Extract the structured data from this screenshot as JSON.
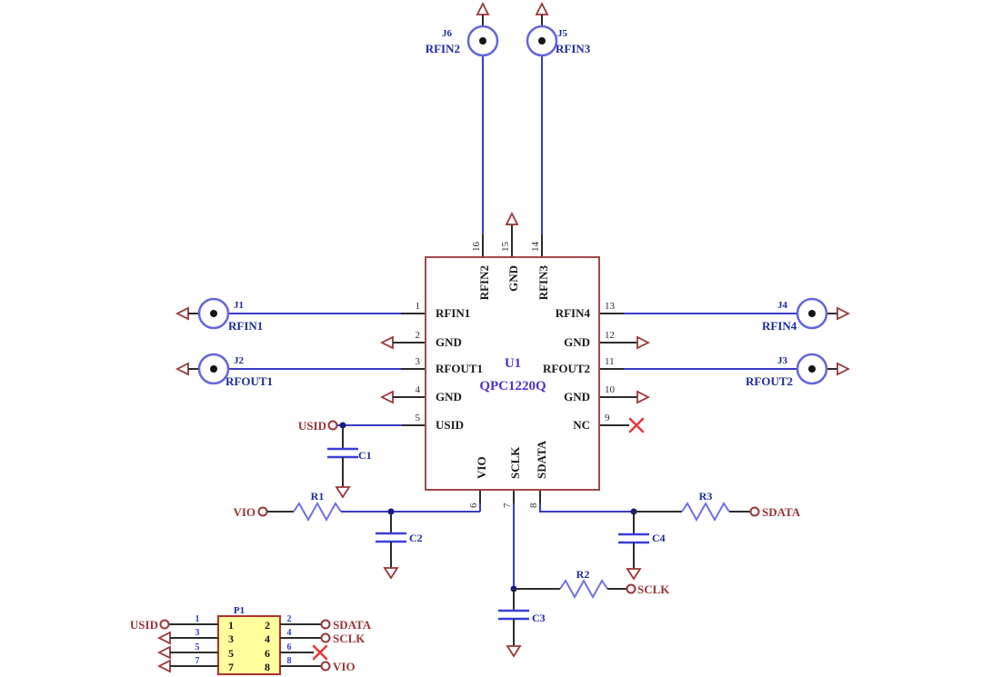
{
  "colors": {
    "wire_blue": "#3a3ac8",
    "coax_blue": "#6565de",
    "ic_border_red": "#a34848",
    "designator_navy": "#1c2b9e",
    "ic_label_purple": "#5030d0",
    "port_dark_red": "#9a3636",
    "no_connect_red": "#e93535",
    "header_fill_yellow": "#ffff9e",
    "junction_navy": "#18188c"
  },
  "ic": {
    "refdes": "U1",
    "part": "QPC1220Q",
    "left_pins": [
      {
        "num": "1",
        "name": "RFIN1"
      },
      {
        "num": "2",
        "name": "GND"
      },
      {
        "num": "3",
        "name": "RFOUT1"
      },
      {
        "num": "4",
        "name": "GND"
      },
      {
        "num": "5",
        "name": "USID"
      }
    ],
    "right_pins": [
      {
        "num": "13",
        "name": "RFIN4"
      },
      {
        "num": "12",
        "name": "GND"
      },
      {
        "num": "11",
        "name": "RFOUT2"
      },
      {
        "num": "10",
        "name": "GND"
      },
      {
        "num": "9",
        "name": "NC"
      }
    ],
    "top_pins": [
      {
        "num": "16",
        "name": "RFIN2"
      },
      {
        "num": "15",
        "name": "GND"
      },
      {
        "num": "14",
        "name": "RFIN3"
      }
    ],
    "bottom_pins": [
      {
        "num": "6",
        "name": "VIO"
      },
      {
        "num": "7",
        "name": "SCLK"
      },
      {
        "num": "8",
        "name": "SDATA"
      }
    ]
  },
  "connectors": {
    "j1": {
      "refdes": "J1",
      "net": "RFIN1"
    },
    "j2": {
      "refdes": "J2",
      "net": "RFOUT1"
    },
    "j3": {
      "refdes": "J3",
      "net": "RFOUT2"
    },
    "j4": {
      "refdes": "J4",
      "net": "RFIN4"
    },
    "j5": {
      "refdes": "J5",
      "net": "RFIN3"
    },
    "j6": {
      "refdes": "J6",
      "net": "RFIN2"
    }
  },
  "ports": {
    "usid": "USID",
    "vio": "VIO",
    "sclk": "SCLK",
    "sdata": "SDATA"
  },
  "passives": {
    "r1": "R1",
    "r2": "R2",
    "r3": "R3",
    "c1": "C1",
    "c2": "C2",
    "c3": "C3",
    "c4": "C4"
  },
  "p1": {
    "refdes": "P1",
    "left_pins": [
      "1",
      "3",
      "5",
      "7"
    ],
    "right_pins": [
      "2",
      "4",
      "6",
      "8"
    ]
  }
}
